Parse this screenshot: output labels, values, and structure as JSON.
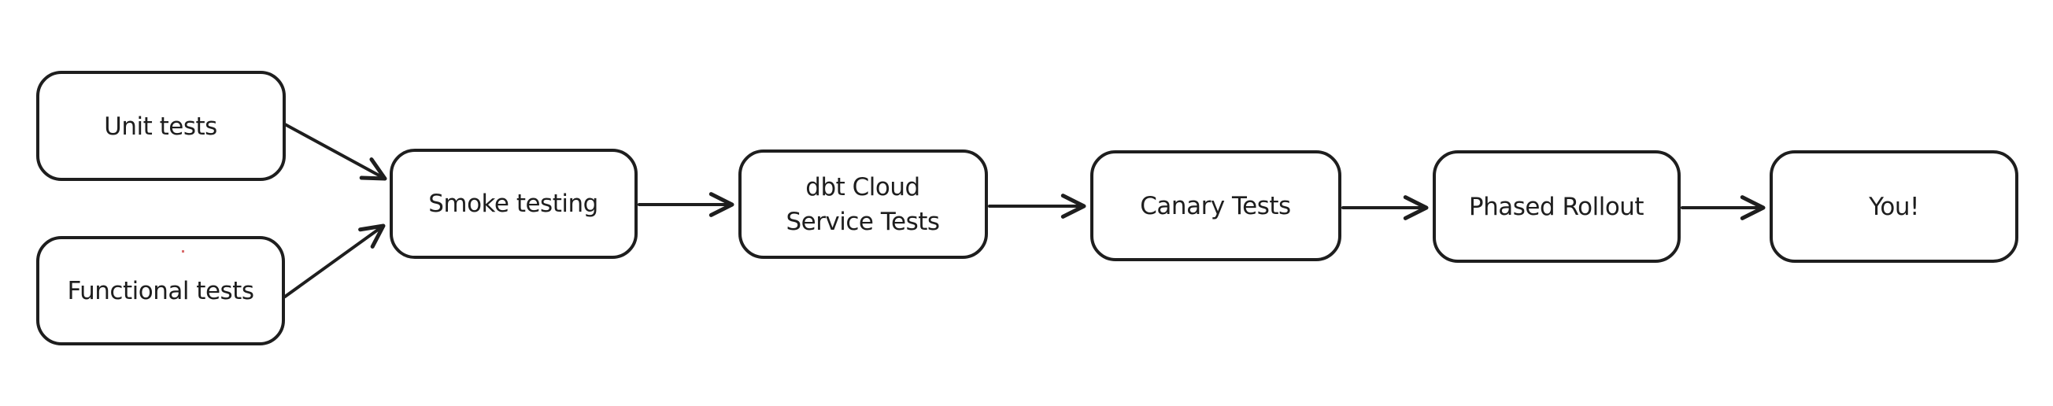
{
  "diagram": {
    "type": "flowchart",
    "style": "hand-drawn",
    "background_color": "#ffffff",
    "node_fill_color": "#ffffff",
    "stroke_color": "#1e1e1e",
    "artifact_dot_color": "#d96c6c",
    "nodes": [
      {
        "id": "unit-tests",
        "label": "Unit tests"
      },
      {
        "id": "functional-tests",
        "label": "Functional tests"
      },
      {
        "id": "smoke-testing",
        "label": "Smoke testing"
      },
      {
        "id": "dbt-cloud-service-tests",
        "label": "dbt Cloud Service Tests",
        "lines": [
          "dbt Cloud",
          "Service Tests"
        ]
      },
      {
        "id": "canary-tests",
        "label": "Canary Tests"
      },
      {
        "id": "phased-rollout",
        "label": "Phased Rollout"
      },
      {
        "id": "you",
        "label": "You!"
      }
    ],
    "edges": [
      {
        "from": "unit-tests",
        "to": "smoke-testing"
      },
      {
        "from": "functional-tests",
        "to": "smoke-testing"
      },
      {
        "from": "smoke-testing",
        "to": "dbt-cloud-service-tests"
      },
      {
        "from": "dbt-cloud-service-tests",
        "to": "canary-tests"
      },
      {
        "from": "canary-tests",
        "to": "phased-rollout"
      },
      {
        "from": "phased-rollout",
        "to": "you"
      }
    ]
  }
}
